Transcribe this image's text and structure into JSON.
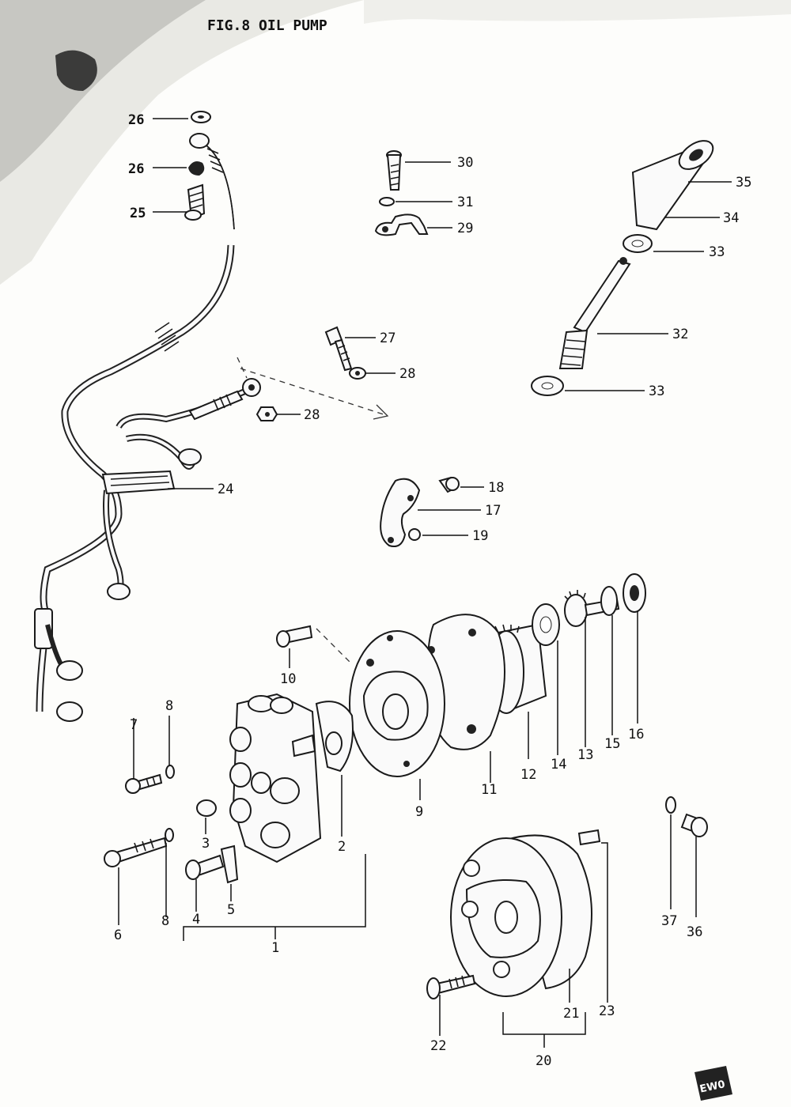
{
  "figure": {
    "title": "FIG.8  OIL PUMP",
    "corner_mark": "EW0"
  },
  "callouts": {
    "c1": "1",
    "c2": "2",
    "c3": "3",
    "c4": "4",
    "c5": "5",
    "c6": "6",
    "c7": "7",
    "c8a": "8",
    "c8b": "8",
    "c9": "9",
    "c10": "10",
    "c11": "11",
    "c12": "12",
    "c13": "13",
    "c14": "14",
    "c15": "15",
    "c16": "16",
    "c17": "17",
    "c18": "18",
    "c19": "19",
    "c20": "20",
    "c21": "21",
    "c22": "22",
    "c23": "23",
    "c24": "24",
    "c25": "25",
    "c26a": "26",
    "c26b": "26",
    "c27": "27",
    "c28a": "28",
    "c28b": "28",
    "c29": "29",
    "c30": "30",
    "c31": "31",
    "c32": "32",
    "c33a": "33",
    "c33b": "33",
    "c34": "34",
    "c35": "35",
    "c36": "36",
    "c37": "37"
  }
}
